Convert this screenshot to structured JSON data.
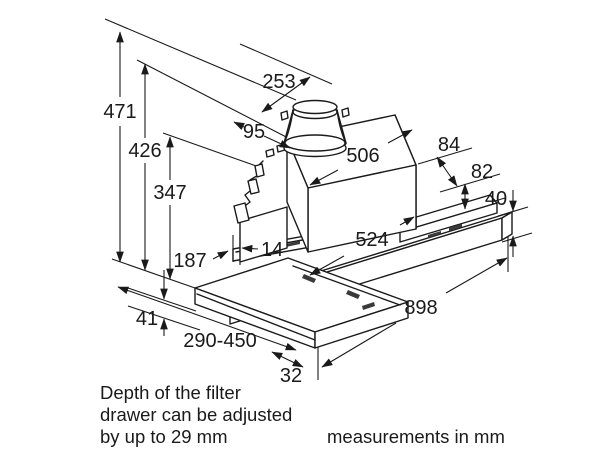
{
  "diagram": {
    "title": "extractor-hood-dimension-drawing",
    "dims": {
      "height_total": "471",
      "height_without_duct": "426",
      "height_body": "347",
      "duct_depth": "253",
      "duct_offset": "95",
      "body_width": "506",
      "rear_ledge_depth": "84",
      "rear_ledge_height": "82",
      "canopy_thickness": "40",
      "frame_offset": "14",
      "frame_width": "524",
      "drawer_front_height": "187",
      "total_width": "898",
      "visor_height": "41",
      "pullout_range": "290-450",
      "edge_offset": "32"
    },
    "note": {
      "line1": "Depth of the filter",
      "line2": "drawer can be adjusted",
      "line3": "by up to 29 mm"
    },
    "footer": "measurements in mm",
    "colors": {
      "line": "#1a1a1a",
      "background": "#ffffff"
    }
  }
}
